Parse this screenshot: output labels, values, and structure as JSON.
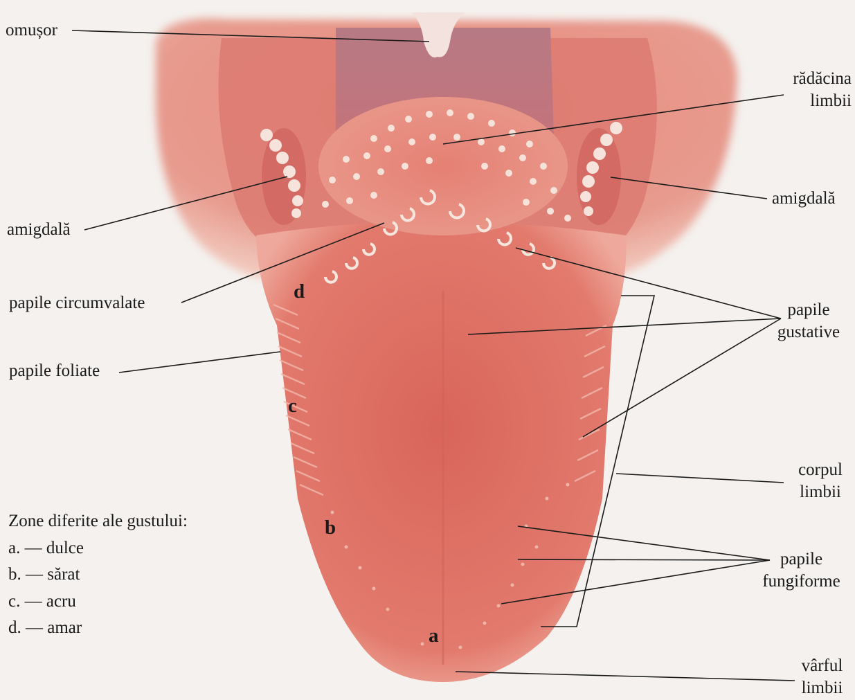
{
  "labels": {
    "omusor": "omușor",
    "radacina_1": "rădăcina",
    "radacina_2": "limbii",
    "amigdala_left": "amigdală",
    "amigdala_right": "amigdală",
    "papile_circumvalate": "papile circumvalate",
    "papile_gustative_1": "papile",
    "papile_gustative_2": "gustative",
    "papile_foliate": "papile foliate",
    "corpul_1": "corpul",
    "corpul_2": "limbii",
    "papile_fungiforme_1": "papile",
    "papile_fungiforme_2": "fungiforme",
    "varful_1": "vârful",
    "varful_2": "limbii"
  },
  "zones": {
    "a": "a",
    "b": "b",
    "c": "c",
    "d": "d"
  },
  "legend": {
    "title": "Zone diferite ale gustului:",
    "items": [
      "a. — dulce",
      "b. — sărat",
      "c. — acru",
      "d. — amar"
    ]
  },
  "colors": {
    "background": "#f4f1ee",
    "tongue": "#e0786a",
    "tongue_dark": "#c9574d",
    "throat": "#b8737a",
    "papillae": "#f6e2d8",
    "leader_line": "#1a1a1a"
  }
}
